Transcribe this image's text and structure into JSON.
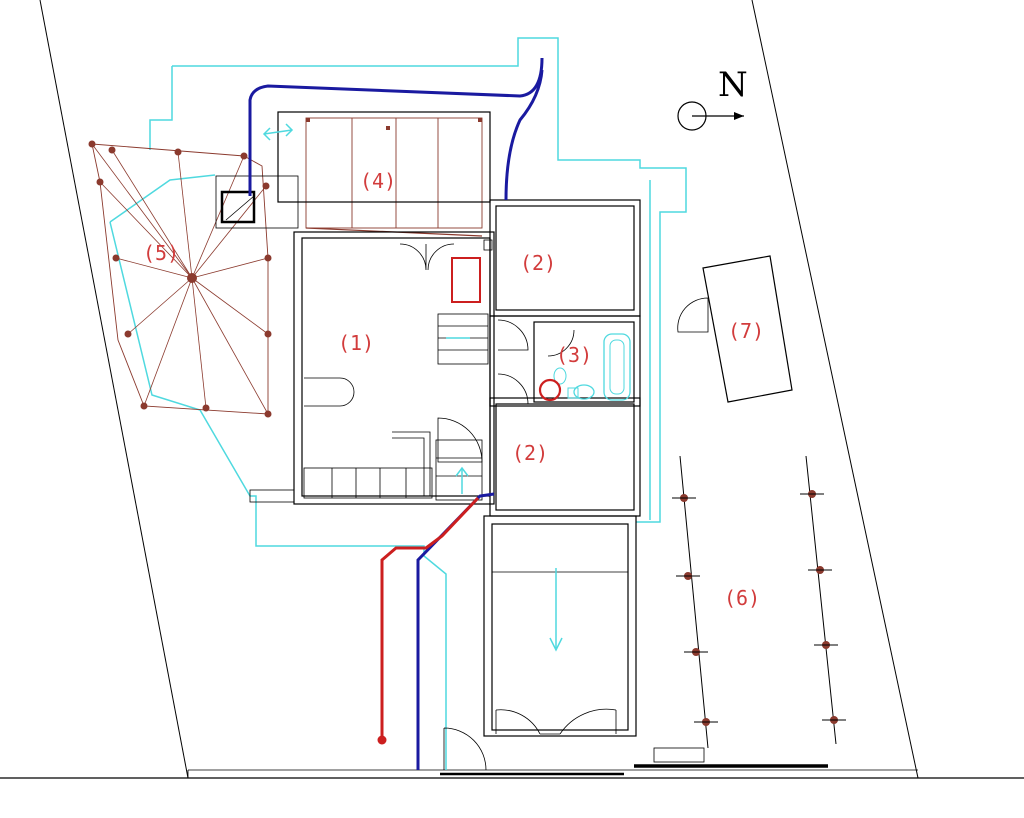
{
  "compass": {
    "label": "N"
  },
  "rooms": [
    {
      "id": "room-1",
      "label": "(1)"
    },
    {
      "id": "room-2-upper",
      "label": "(2)"
    },
    {
      "id": "room-2-lower",
      "label": "(2)"
    },
    {
      "id": "room-3",
      "label": "(3)"
    },
    {
      "id": "room-4",
      "label": "(4)"
    },
    {
      "id": "room-5",
      "label": "(5)"
    },
    {
      "id": "room-6",
      "label": "(6)"
    },
    {
      "id": "room-7",
      "label": "(7)"
    }
  ],
  "colors": {
    "walls": "#000000",
    "outline": "#4fd9df",
    "water_pipe": "#1a1aa0",
    "gas_pipe": "#cc1f1f",
    "structure": "#8b3a2e",
    "labels": "#d23c3c"
  }
}
